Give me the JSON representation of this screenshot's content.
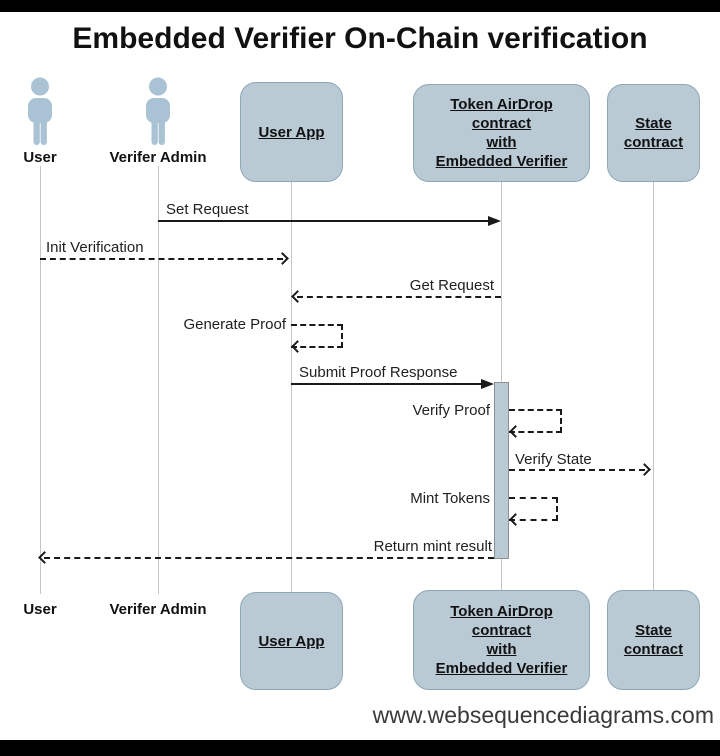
{
  "title": "Embedded Verifier On-Chain verification",
  "watermark": "www.websequencediagrams.com",
  "participants": {
    "user": {
      "label": "User",
      "type": "actor"
    },
    "verifer_admin": {
      "label": "Verifer Admin",
      "type": "actor"
    },
    "user_app": {
      "label": "User App",
      "type": "object"
    },
    "token_airdrop": {
      "lines": [
        "Token AirDrop",
        "contract",
        "with",
        "Embedded Verifier"
      ],
      "type": "object"
    },
    "state_contract": {
      "lines": [
        "State",
        "contract"
      ],
      "type": "object"
    }
  },
  "messages": [
    {
      "label": "Set Request",
      "from": "verifer_admin",
      "to": "token_airdrop",
      "style": "solid"
    },
    {
      "label": "Init Verification",
      "from": "user",
      "to": "user_app",
      "style": "dashed"
    },
    {
      "label": "Get Request",
      "from": "token_airdrop",
      "to": "user_app",
      "style": "dashed"
    },
    {
      "label": "Generate Proof",
      "from": "user_app",
      "to": "user_app",
      "style": "dashed-self"
    },
    {
      "label": "Submit Proof Response",
      "from": "user_app",
      "to": "token_airdrop",
      "style": "solid"
    },
    {
      "label": "Verify Proof",
      "from": "token_airdrop",
      "to": "token_airdrop",
      "style": "dashed-self"
    },
    {
      "label": "Verify State",
      "from": "token_airdrop",
      "to": "state_contract",
      "style": "dashed"
    },
    {
      "label": "Mint Tokens",
      "from": "token_airdrop",
      "to": "token_airdrop",
      "style": "dashed-self"
    },
    {
      "label": "Return mint result",
      "from": "token_airdrop",
      "to": "user",
      "style": "dashed"
    }
  ],
  "colors": {
    "participant_fill": "#b9cad5",
    "participant_border": "#8ea7b6",
    "actor_icon": "#a9c2d4",
    "lifeline": "#c6c6c6",
    "arrow": "#1a1a1a",
    "activation_fill": "#b9cad5",
    "frame_bar": "#000000",
    "watermark_text": "#3a3a3a"
  }
}
